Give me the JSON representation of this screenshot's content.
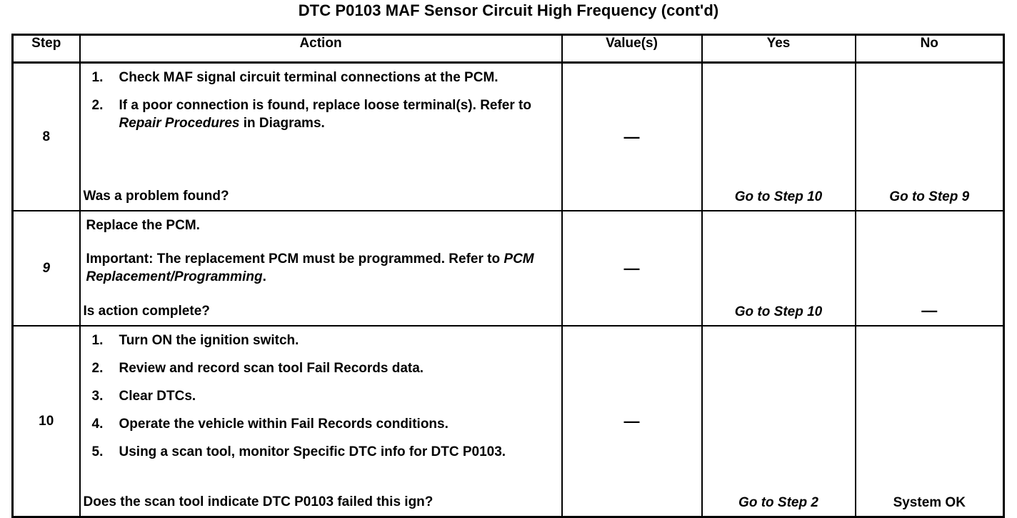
{
  "document": {
    "title": "DTC P0103 MAF Sensor Circuit High Frequency (cont'd)"
  },
  "table": {
    "headers": {
      "step": "Step",
      "action": "Action",
      "value": "Value(s)",
      "yes": "Yes",
      "no": "No"
    },
    "em_dash": "—",
    "rows": [
      {
        "step": "8",
        "step_style": "upright",
        "action_type": "ordered-list",
        "items": [
          {
            "num": "1.",
            "pre": "Check MAF signal circuit terminal connections at the PCM.",
            "italic": "",
            "post": ""
          },
          {
            "num": "2.",
            "pre": "If a poor connection is found, replace loose terminal(s). Refer to ",
            "italic": "Repair Procedures",
            "post": " in Diagrams."
          }
        ],
        "question": "Was a problem found?",
        "value": "—",
        "yes": "Go to Step 10",
        "yes_style": "italic",
        "no": "Go to Step 9",
        "no_style": "italic"
      },
      {
        "step": "9",
        "step_style": "italic",
        "action_type": "paragraphs",
        "paragraphs": [
          {
            "lead": "",
            "pre": "Replace the PCM.",
            "italic": "",
            "post": ""
          },
          {
            "lead": "Important:",
            "pre": " The replacement PCM must be programmed. Refer to ",
            "italic": "PCM Replacement/Programming",
            "post": "."
          }
        ],
        "question": "Is action complete?",
        "value": "—",
        "yes": "Go to Step 10",
        "yes_style": "italic",
        "no": "—",
        "no_style": "dash"
      },
      {
        "step": "10",
        "step_style": "upright",
        "action_type": "ordered-list",
        "items": [
          {
            "num": "1.",
            "pre": "Turn ON the ignition switch.",
            "italic": "",
            "post": ""
          },
          {
            "num": "2.",
            "pre": "Review and record scan tool Fail Records data.",
            "italic": "",
            "post": ""
          },
          {
            "num": "3.",
            "pre": "Clear DTCs.",
            "italic": "",
            "post": ""
          },
          {
            "num": "4.",
            "pre": "Operate the vehicle within Fail Records conditions.",
            "italic": "",
            "post": ""
          },
          {
            "num": "5.",
            "pre": "Using a scan tool, monitor Specific DTC info for DTC P0103.",
            "italic": "",
            "post": ""
          }
        ],
        "question": "Does the scan tool indicate DTC P0103 failed this ign?",
        "value": "—",
        "yes": "Go to Step 2",
        "yes_style": "italic",
        "no": "System OK",
        "no_style": "upright"
      }
    ]
  }
}
